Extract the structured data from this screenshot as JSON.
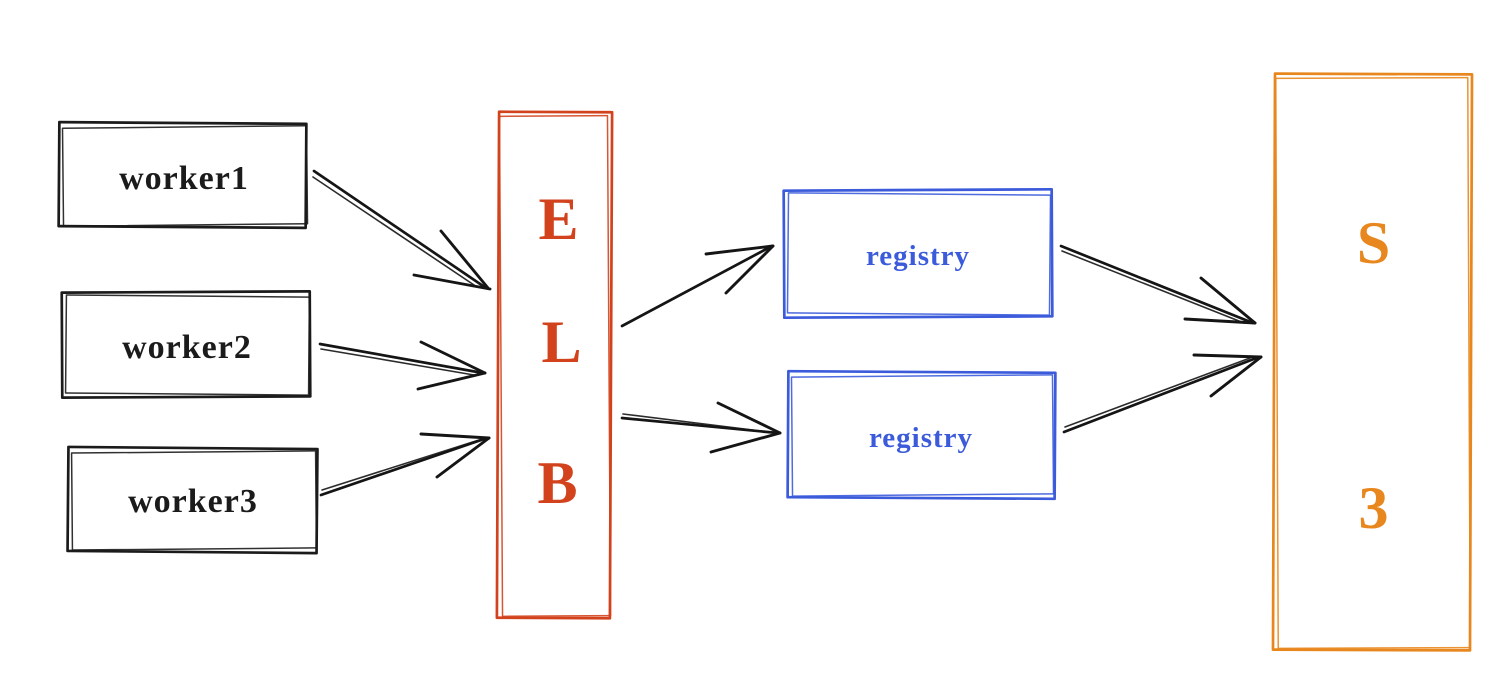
{
  "diagram": {
    "kind": "hand-drawn-architecture-flow",
    "background": "#ffffff"
  },
  "colors": {
    "worker": "#1b1b1b",
    "arrow": "#151515",
    "elb": "#d2431d",
    "registry": "#3b5bdb",
    "s3": "#e8871e"
  },
  "nodes": {
    "workers": [
      {
        "label": "worker1"
      },
      {
        "label": "worker2"
      },
      {
        "label": "worker3"
      }
    ],
    "elb": {
      "label": "ELB",
      "letters": [
        "E",
        "L",
        "B"
      ]
    },
    "registries": [
      {
        "label": "registry"
      },
      {
        "label": "registry"
      }
    ],
    "s3": {
      "label": "S3",
      "letters": [
        "S",
        "3"
      ]
    }
  },
  "edges": [
    {
      "from": "worker1",
      "to": "elb"
    },
    {
      "from": "worker2",
      "to": "elb"
    },
    {
      "from": "worker3",
      "to": "elb"
    },
    {
      "from": "elb",
      "to": "registry-1"
    },
    {
      "from": "elb",
      "to": "registry-2"
    },
    {
      "from": "registry-1",
      "to": "s3"
    },
    {
      "from": "registry-2",
      "to": "s3"
    }
  ]
}
